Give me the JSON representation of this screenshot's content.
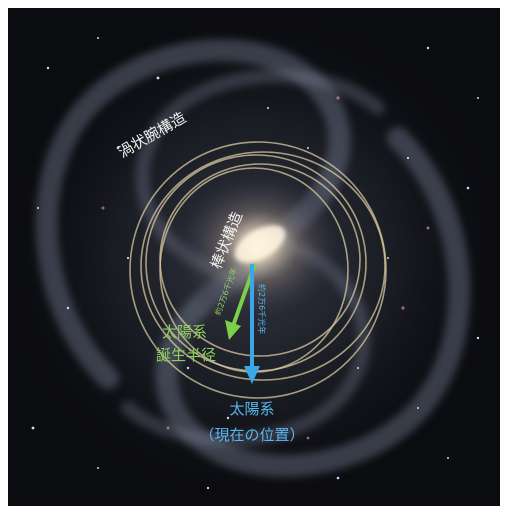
{
  "labels": {
    "spiral_arm": "渦状腕構造",
    "bar": "棒状構造",
    "birth_radius": "太陽系\n誕生半径",
    "birth_radius_line1": "太陽系",
    "birth_radius_line2": "誕生半径",
    "current_line1": "太陽系",
    "current_line2": "（現在の位置）",
    "green_arrow_note": "約2万6千光年",
    "blue_arrow_note": "約2万6千光年"
  },
  "colors": {
    "background": "#0b0c10",
    "orbit_ring": "#d8c9a0",
    "green_arrow": "#7bd04a",
    "blue_arrow": "#3aa8e8",
    "green_text": "#8fcf5a",
    "blue_text": "#59b6ee",
    "white_text": "#f2f2f2"
  }
}
